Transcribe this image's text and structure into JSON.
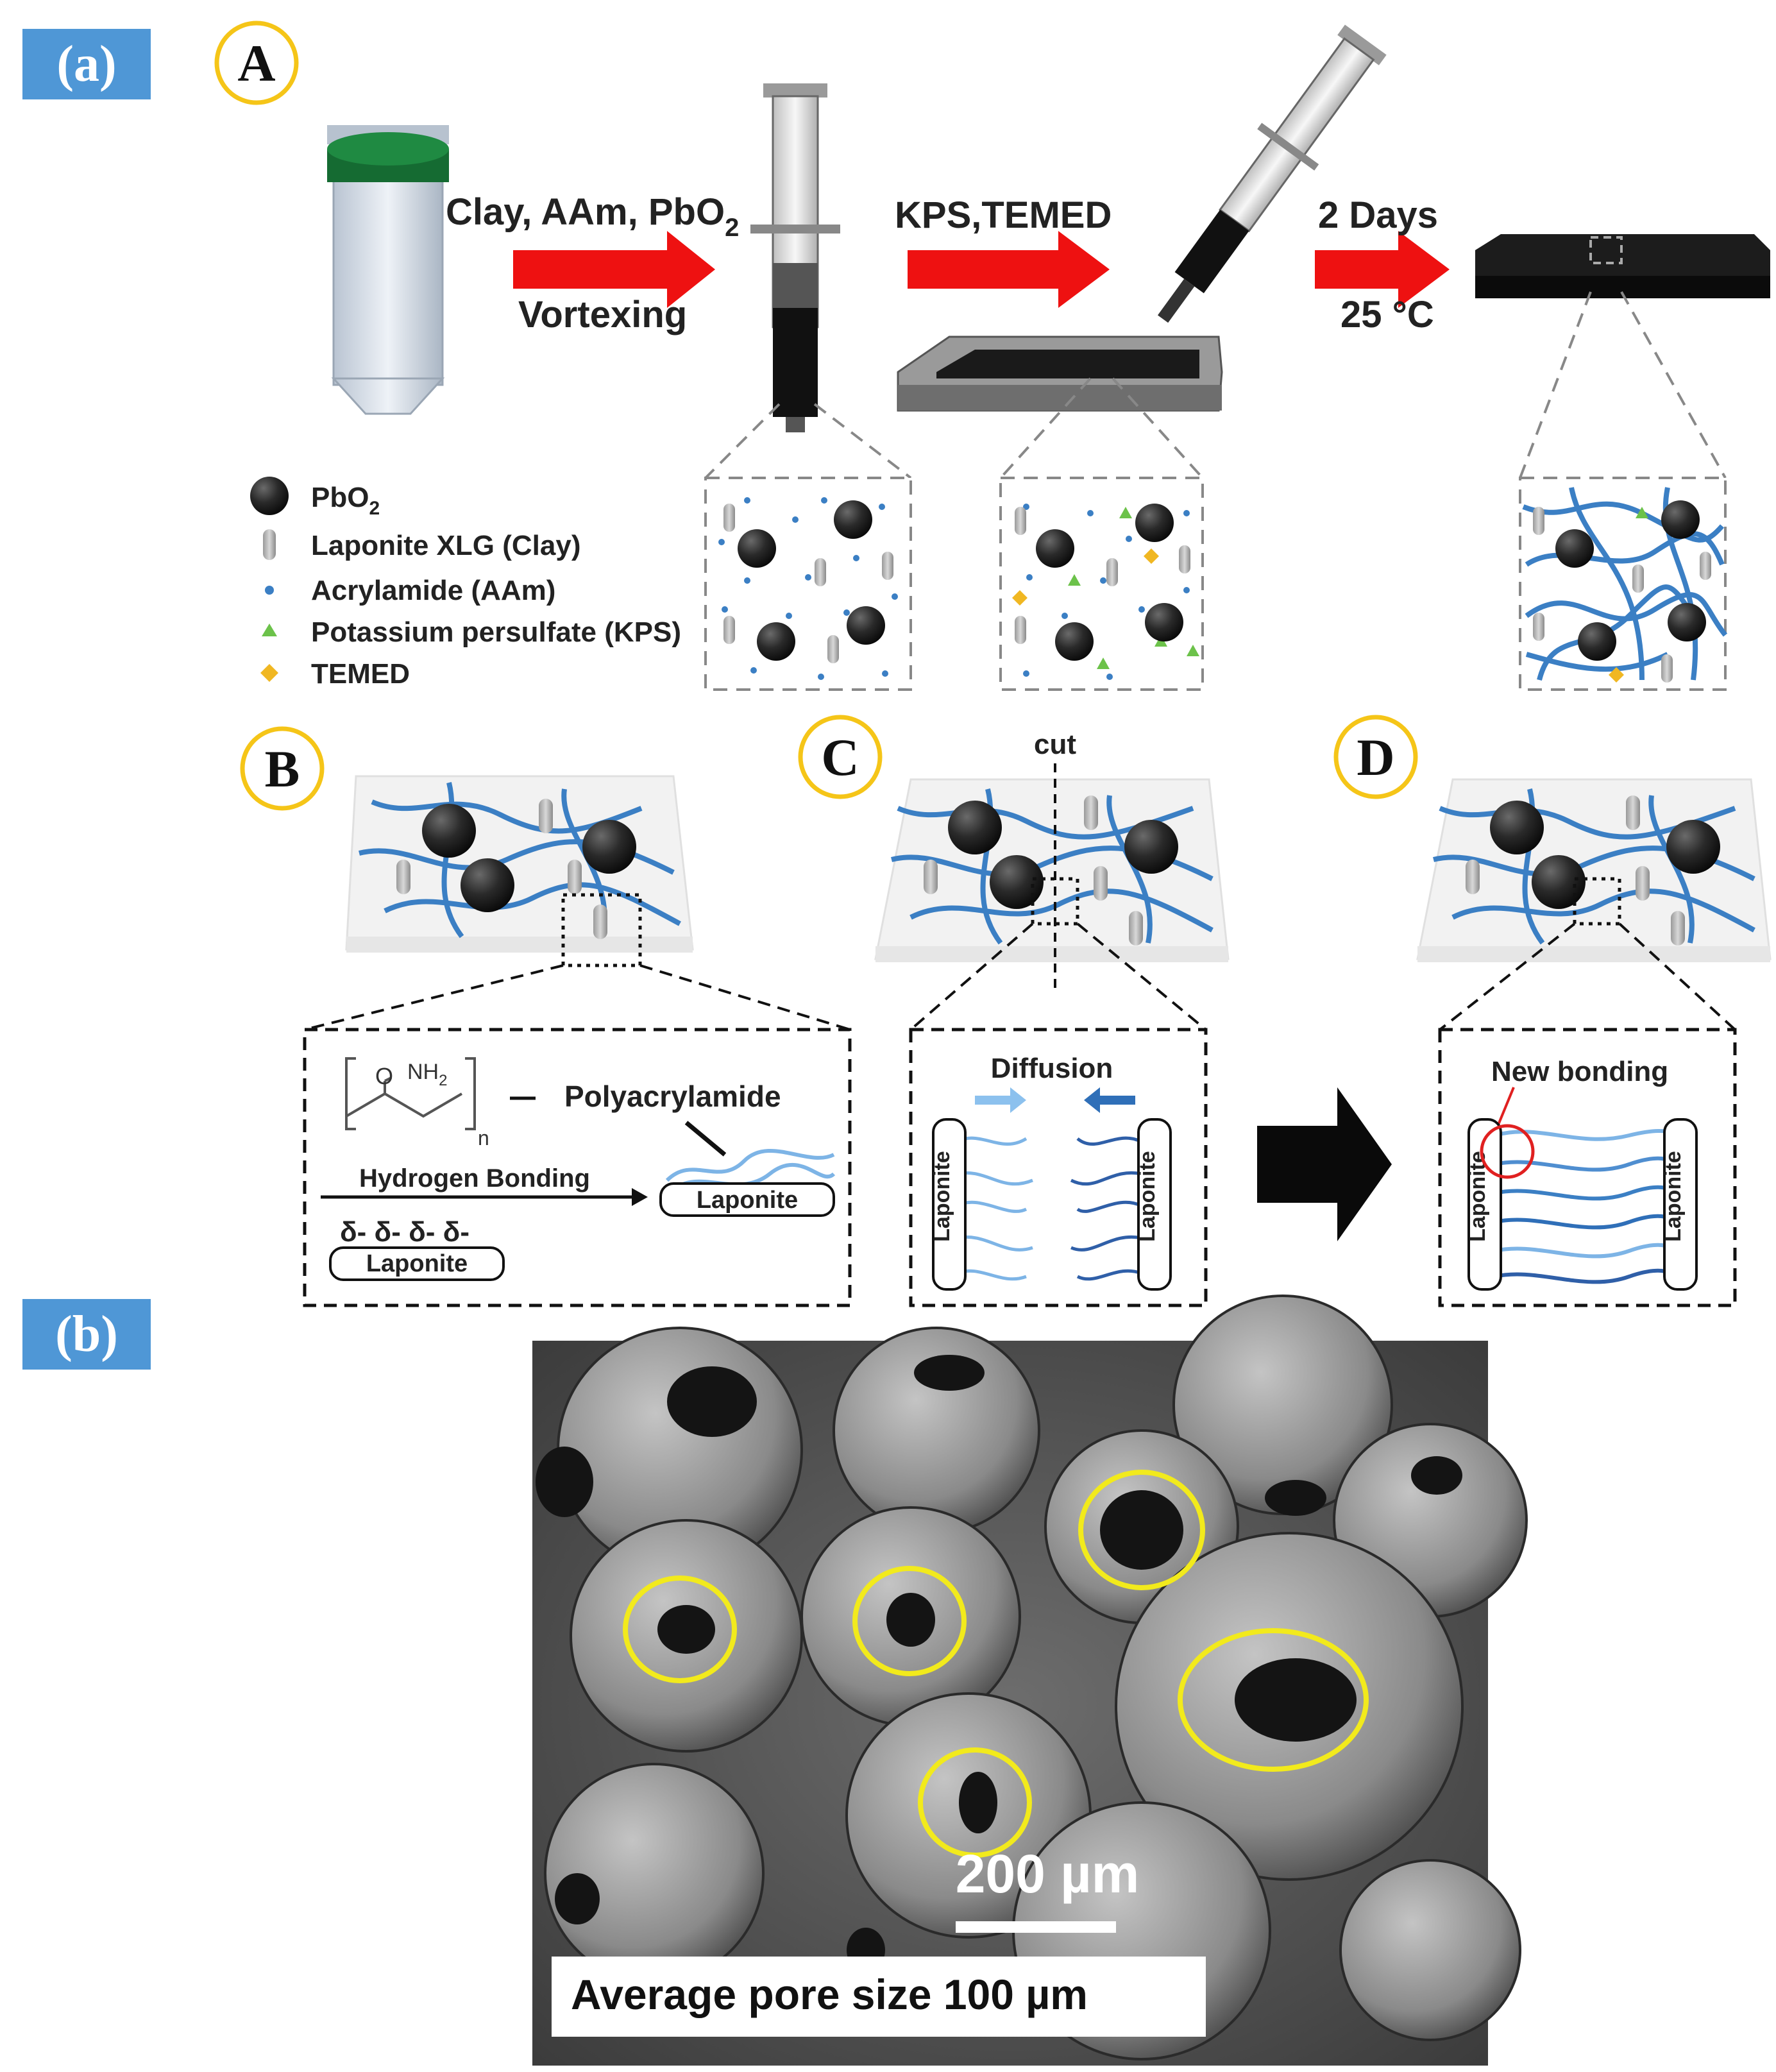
{
  "panel_labels": {
    "a": "(a)",
    "b": "(b)"
  },
  "step_labels": {
    "A": "A",
    "B": "B",
    "C": "C",
    "D": "D"
  },
  "step_a": {
    "arrow1_top": "Clay, AAm, PbO",
    "arrow1_top_sub": "2",
    "arrow1_bottom": "Vortexing",
    "arrow2_top": "KPS,TEMED",
    "arrow3_top": "2 Days",
    "arrow3_bottom": "25 °C"
  },
  "legend": [
    {
      "symbol": "pbo2",
      "label": "PbO",
      "sub": "2"
    },
    {
      "symbol": "clay",
      "label": "Laponite XLG (Clay)",
      "sub": ""
    },
    {
      "symbol": "aam",
      "label": "Acrylamide (AAm)",
      "sub": ""
    },
    {
      "symbol": "kps",
      "label": "Potassium persulfate (KPS)",
      "sub": ""
    },
    {
      "symbol": "temed",
      "label": "TEMED",
      "sub": ""
    }
  ],
  "step_b": {
    "o_label": "O",
    "nh2_label": "NH",
    "nh2_sub": "2",
    "n_label": "n",
    "polymer_label": "Polyacrylamide",
    "bond_label": "Hydrogen Bonding",
    "delta_label": "δ- δ- δ- δ-",
    "disk_label": "Laponite",
    "disk_label_2": "Laponite"
  },
  "step_c": {
    "cut_label": "cut",
    "diffusion_label": "Diffusion",
    "disk_label_left": "Laponite",
    "disk_label_right": "Laponite"
  },
  "step_d": {
    "bonding_label": "New bonding",
    "disk_label_left": "Laponite",
    "disk_label_right": "Laponite"
  },
  "sem": {
    "scale_label": "200 µm",
    "caption": "Average pore size 100 µm"
  },
  "colors": {
    "panel_tag": "#4f97d6",
    "step_circle": "#f5c518",
    "arrow_red": "#ee1111",
    "polymer_blue": "#3b7fc4",
    "kps_green": "#6cc24a",
    "temed_gold": "#f0b722",
    "highlight_yellow": "#f2ea1c"
  }
}
